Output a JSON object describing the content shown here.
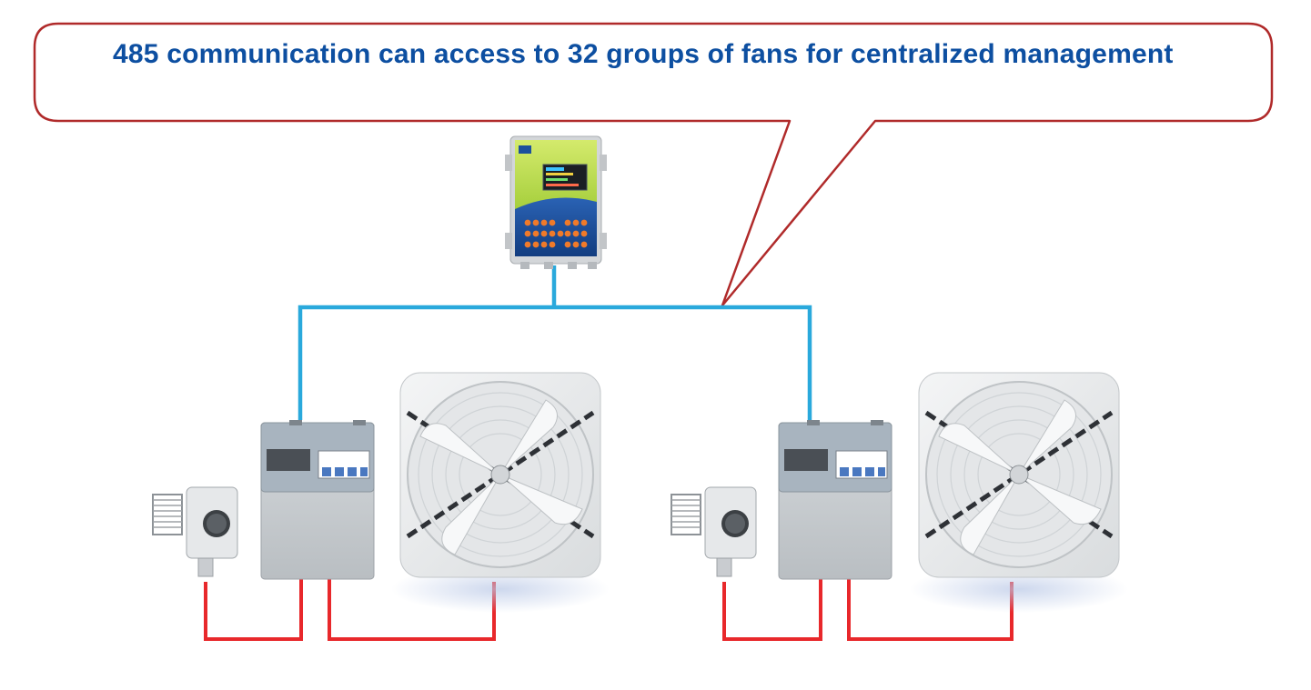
{
  "callout": {
    "text": "485 communication can access to 32 groups of fans for centralized management"
  },
  "colors": {
    "callout_text": "#0d4fa1",
    "callout_border": "#b02a2a",
    "bus_line": "#2aa9dc",
    "power_line": "#e8282b",
    "controller_top": "#c6e25a",
    "controller_bottom": "#1c4f9c",
    "controller_buttons": "#f07a2a"
  },
  "components": {
    "main_controller": "centralized-controller",
    "groups": [
      {
        "controller": "fan-control-box",
        "sensor": "thermostat",
        "fan": "exhaust-fan"
      },
      {
        "controller": "fan-control-box",
        "sensor": "thermostat",
        "fan": "exhaust-fan"
      }
    ]
  }
}
